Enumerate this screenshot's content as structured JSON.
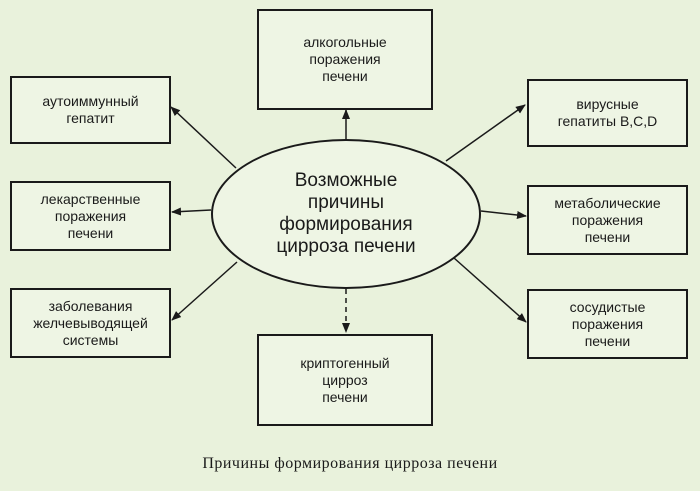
{
  "diagram": {
    "center": "Возможные\nпричины\nформирования\nцирроза печени",
    "causes": {
      "alcohol": "алкогольные\nпоражения\nпечени",
      "autoimmune": "аутоиммунный\nгепатит",
      "viral": "вирусные\nгепатиты B,C,D",
      "drug": "лекарственные\nпоражения\nпечени",
      "metabolic": "метаболические\nпоражения\nпечени",
      "biliary": "заболевания\nжелчевыводящей\nсистемы",
      "vascular": "сосудистые\nпоражения\nпечени",
      "cryptogenic": "криптогенный\nцирроз\nпечени"
    }
  },
  "caption": "Причины формирования цирроза печени"
}
